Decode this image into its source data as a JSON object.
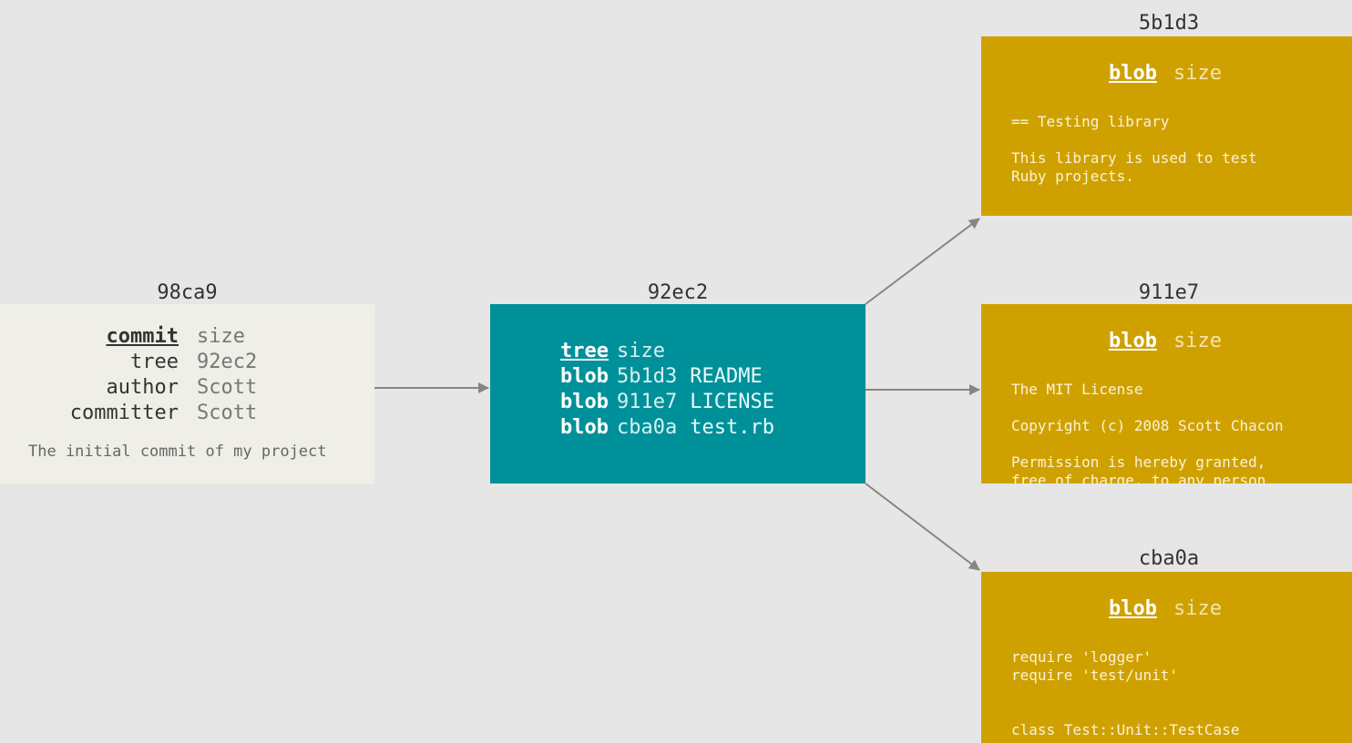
{
  "colors": {
    "background": "#e6e6e6",
    "commit_box": "#efefe8",
    "tree_box": "#009099",
    "blob_box": "#cfa100",
    "arrow": "#8a8580"
  },
  "commit": {
    "hash": "98ca9",
    "rows": [
      {
        "key": "commit",
        "value": "size"
      },
      {
        "key": "tree",
        "value": "92ec2"
      },
      {
        "key": "author",
        "value": "Scott"
      },
      {
        "key": "committer",
        "value": "Scott"
      }
    ],
    "message": "The initial commit of my project"
  },
  "tree": {
    "hash": "92ec2",
    "header": {
      "type": "tree",
      "value": "size"
    },
    "entries": [
      {
        "type": "blob",
        "hash": "5b1d3",
        "name": "README"
      },
      {
        "type": "blob",
        "hash": "911e7",
        "name": "LICENSE"
      },
      {
        "type": "blob",
        "hash": "cba0a",
        "name": "test.rb"
      }
    ]
  },
  "blobs": [
    {
      "hash": "5b1d3",
      "label": "blob",
      "size_label": "size",
      "lines": [
        "== Testing library",
        "",
        "This library is used to test",
        "Ruby projects."
      ]
    },
    {
      "hash": "911e7",
      "label": "blob",
      "size_label": "size",
      "lines": [
        "The MIT License",
        "",
        "Copyright (c) 2008 Scott Chacon",
        "",
        "Permission is hereby granted,",
        "free of charge, to any person"
      ]
    },
    {
      "hash": "cba0a",
      "label": "blob",
      "size_label": "size",
      "lines": [
        "require 'logger'",
        "require 'test/unit'",
        "",
        "",
        "class Test::Unit::TestCase"
      ]
    }
  ]
}
